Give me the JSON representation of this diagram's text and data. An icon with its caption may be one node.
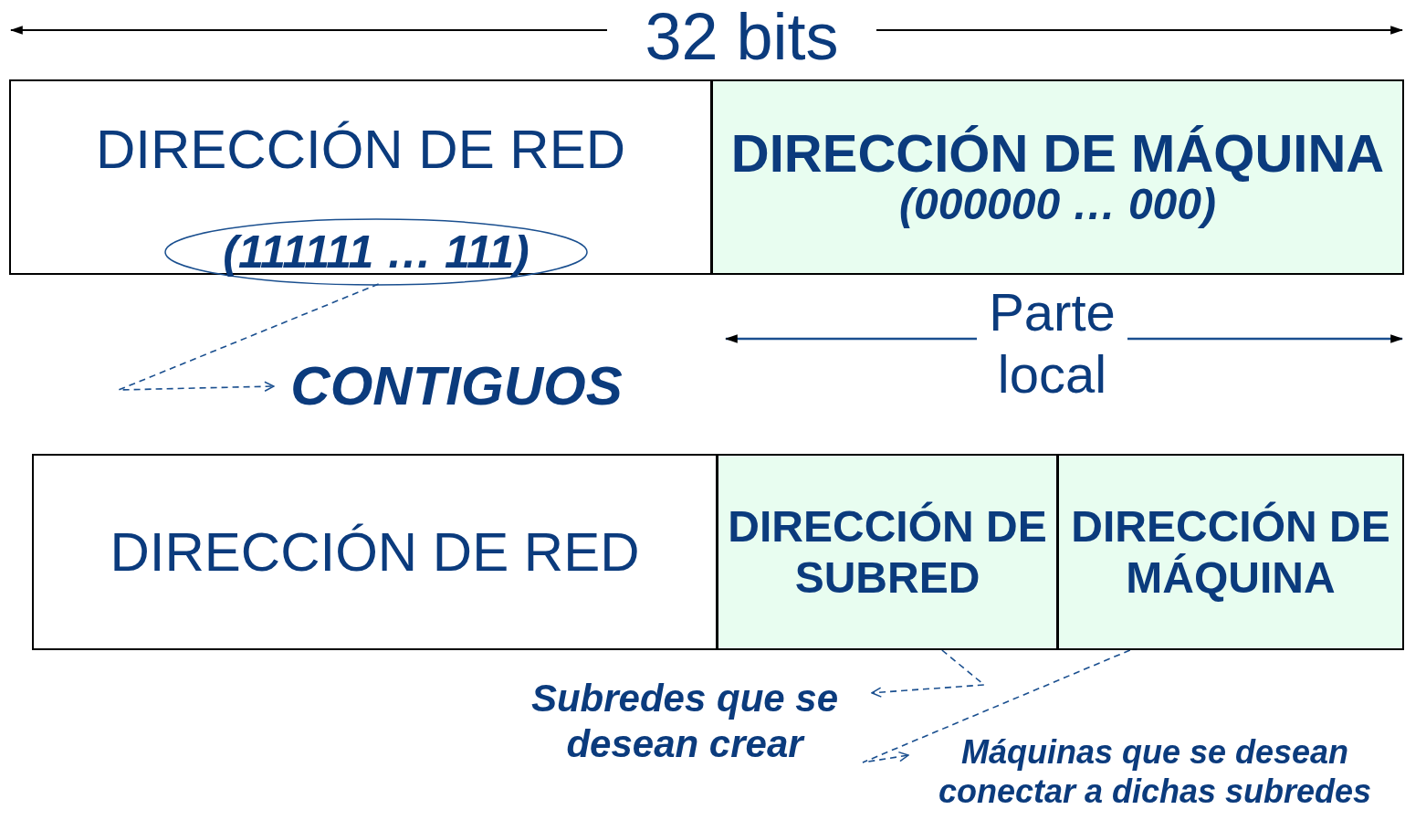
{
  "diagram": {
    "nodes": [
      {
        "text": [
          "DIRECCIÓN DE RED"
        ]
      },
      {
        "text": [
          "(111111 … 111)"
        ],
        "in": 0
      },
      {
        "text": [
          "DIRECCIÓN DE MÁQUINA",
          "(000000 … 000)"
        ]
      },
      {
        "text": [
          "CONTIGUOS"
        ]
      },
      {
        "text": [
          "DIRECCIÓN DE RED"
        ]
      },
      {
        "text": [
          "DIRECCIÓN DE SUBRED"
        ]
      },
      {
        "text": [
          "DIRECCIÓN DE MÁQUINA"
        ]
      },
      {
        "text": [
          "Subredes que se desean crear"
        ]
      },
      {
        "text": [
          "Máquinas que se desean conectar a dichas subredes"
        ]
      }
    ],
    "edges": [
      {
        "from": 1,
        "to": 3,
        "arrow": "to",
        "style": "dashed"
      },
      {
        "from": 5,
        "to": 7,
        "arrow": "to",
        "style": "dashed"
      },
      {
        "from": 6,
        "to": 8,
        "arrow": "to",
        "style": "dashed"
      }
    ],
    "labels": [
      "32 bits",
      "Parte local"
    ]
  }
}
